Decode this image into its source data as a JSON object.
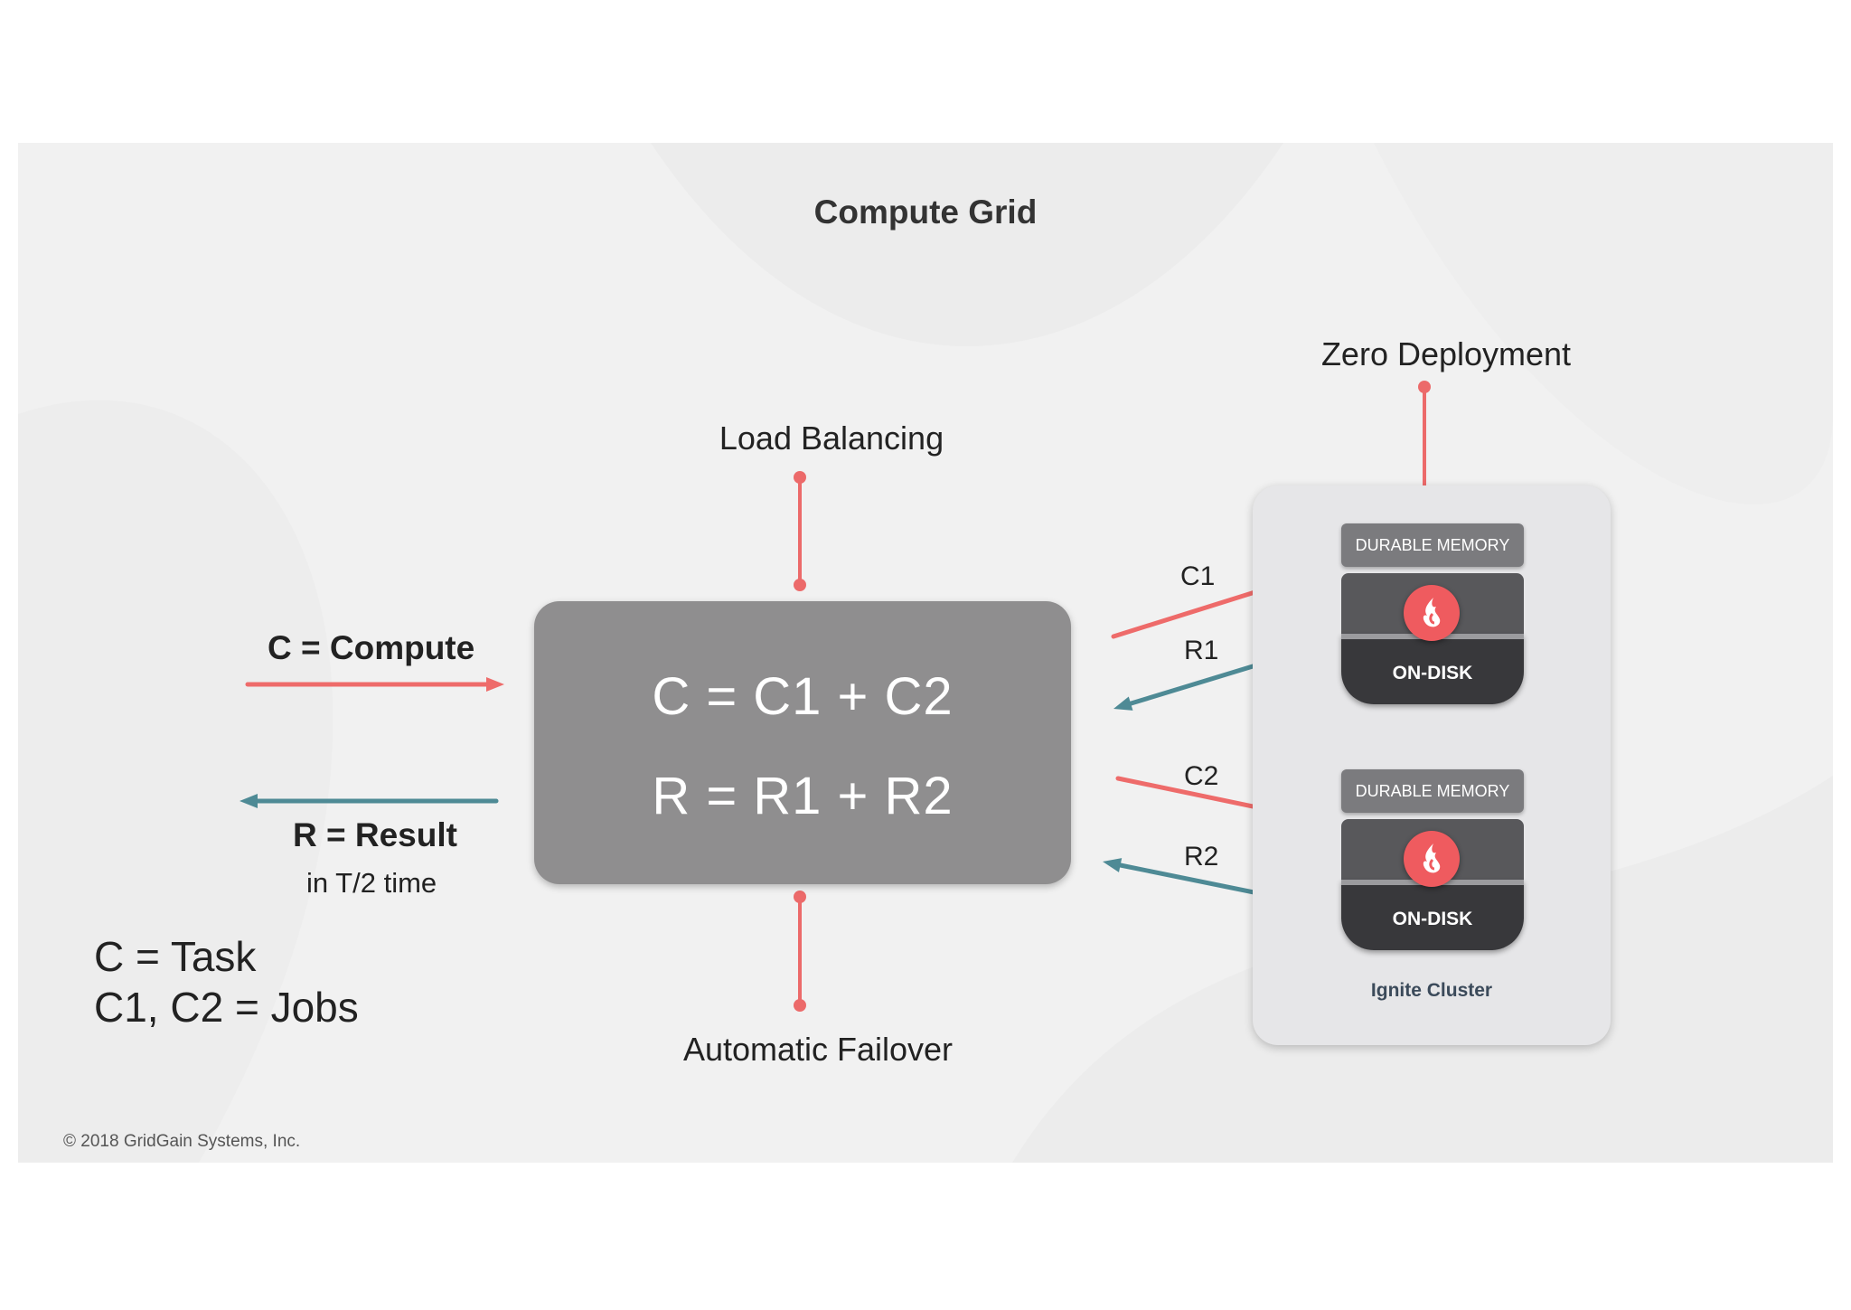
{
  "title": "Compute Grid",
  "labels": {
    "load_balancing": "Load Balancing",
    "zero_deployment": "Zero Deployment",
    "automatic_failover": "Automatic Failover",
    "compute": "C = Compute",
    "result": "R = Result",
    "result_time": "in T/2 time"
  },
  "compute_box": {
    "line1": "C = C1 + C2",
    "line2": "R = R1 + R2"
  },
  "arrows": {
    "c1": "C1",
    "r1": "R1",
    "c2": "C2",
    "r2": "R2"
  },
  "cluster": {
    "nodes": [
      {
        "memory": "DURABLE MEMORY",
        "disk": "ON-DISK"
      },
      {
        "memory": "DURABLE MEMORY",
        "disk": "ON-DISK"
      }
    ],
    "label": "Ignite Cluster"
  },
  "legend": {
    "line1": "C = Task",
    "line2": "C1, C2 = Jobs"
  },
  "copyright": "© 2018 GridGain Systems, Inc.",
  "colors": {
    "compute_arrow": "#ee6b6a",
    "result_arrow": "#4e8a95",
    "connector": "#ec6a6a",
    "dots": [
      "#8a4a52",
      "#c8515c",
      "#ee5f63",
      "#f5a2a4"
    ]
  }
}
